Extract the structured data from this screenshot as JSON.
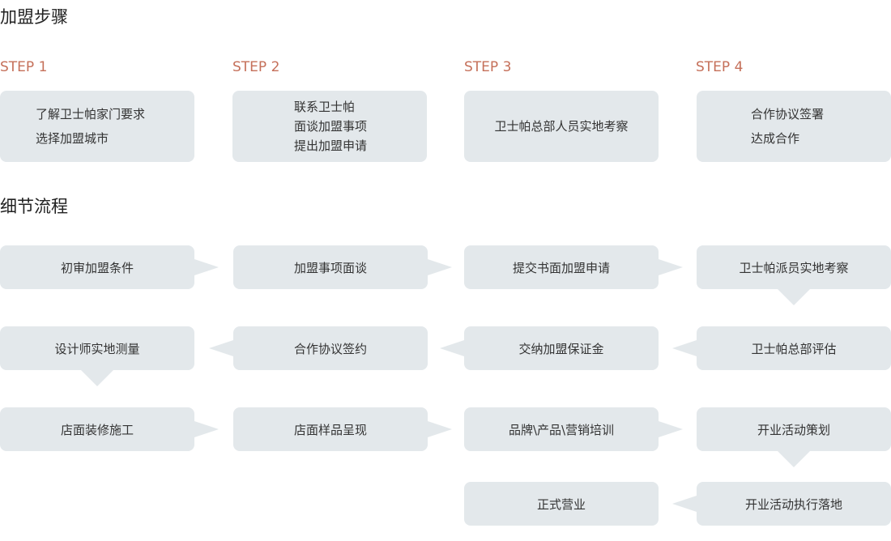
{
  "sections": {
    "join_steps_title": "加盟步骤",
    "detail_flow_title": "细节流程"
  },
  "steps": [
    {
      "label": "STEP 1",
      "lines": [
        "了解卫士帕家门要求",
        "选择加盟城市"
      ]
    },
    {
      "label": "STEP 2",
      "lines": [
        "联系卫士帕",
        "面谈加盟事项",
        "提出加盟申请"
      ]
    },
    {
      "label": "STEP 3",
      "lines": [
        "卫士帕总部人员实地考察"
      ]
    },
    {
      "label": "STEP 4",
      "lines": [
        "合作协议签署",
        "达成合作"
      ]
    }
  ],
  "flow": {
    "nodes": [
      "初审加盟条件",
      "加盟事项面谈",
      "提交书面加盟申请",
      "卫士帕派员实地考察",
      "卫士帕总部评估",
      "交纳加盟保证金",
      "合作协议签约",
      "设计师实地测量",
      "店面装修施工",
      "店面样品呈现",
      "品牌\\产品\\营销培训",
      "开业活动策划",
      "开业活动执行落地",
      "正式营业"
    ]
  }
}
